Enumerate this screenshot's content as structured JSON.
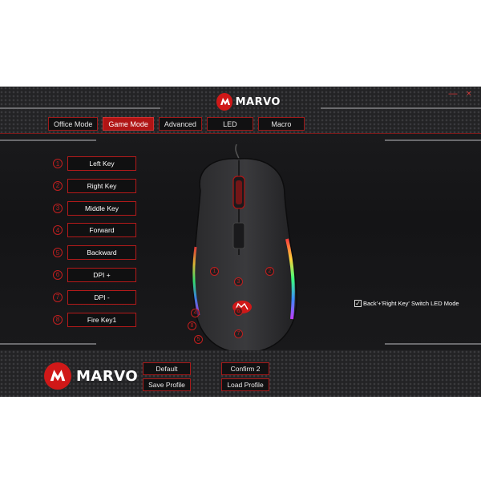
{
  "window": {
    "controls": {
      "minimize": "—",
      "close": "×"
    }
  },
  "brand": {
    "name": "MARVO",
    "accent": "#d01818"
  },
  "tabs": [
    {
      "label": "Office Mode",
      "active": false
    },
    {
      "label": "Game Mode",
      "active": true
    },
    {
      "label": "Advanced",
      "active": false
    },
    {
      "label": "LED",
      "active": false
    },
    {
      "label": "Macro",
      "active": false
    }
  ],
  "keys": [
    {
      "num": "1",
      "label": "Left Key"
    },
    {
      "num": "2",
      "label": "Right Key"
    },
    {
      "num": "3",
      "label": "Middle Key"
    },
    {
      "num": "4",
      "label": "Forward"
    },
    {
      "num": "5",
      "label": "Backward"
    },
    {
      "num": "6",
      "label": "DPI +"
    },
    {
      "num": "7",
      "label": "DPI -"
    },
    {
      "num": "8",
      "label": "Fire Key1"
    }
  ],
  "mouse_callouts": [
    "1",
    "2",
    "3",
    "4",
    "5",
    "6",
    "7",
    "8"
  ],
  "led_option": {
    "label": "Back'+'Right Key' Switch LED Mode",
    "checked": true,
    "check_mark": "✓"
  },
  "footer": {
    "default": "Default",
    "confirm": "Confirm 2",
    "save_profile": "Save Profile",
    "load_profile": "Load Profile"
  }
}
